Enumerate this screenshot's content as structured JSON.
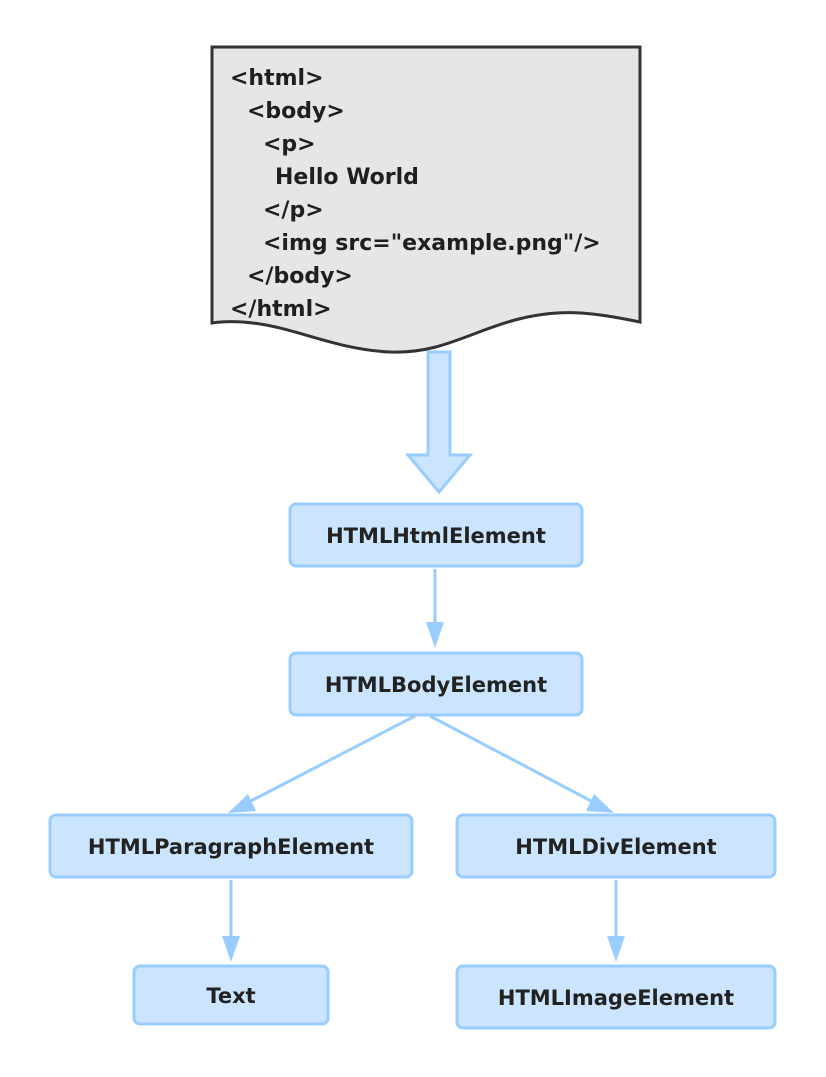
{
  "source_document": {
    "lines": [
      "<html>",
      "<body>",
      "<p>",
      "Hello World",
      "</p>",
      "<img src=\"example.png\"/>",
      "</body>",
      "</html>"
    ]
  },
  "nodes": {
    "html": "HTMLHtmlElement",
    "body": "HTMLBodyElement",
    "paragraph": "HTMLParagraphElement",
    "div": "HTMLDivElement",
    "text": "Text",
    "image": "HTMLImageElement"
  },
  "colors": {
    "document_fill": "#e6e6e6",
    "document_stroke": "#333333",
    "node_fill": "#cce5ff",
    "node_stroke": "#99ccff",
    "edge": "#99ccff"
  }
}
